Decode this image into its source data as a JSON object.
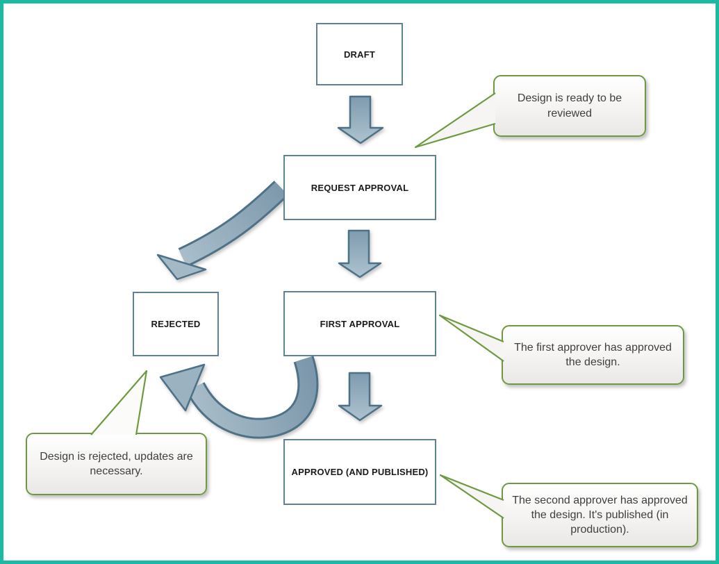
{
  "colors": {
    "frame-teal": "#1eb9a1",
    "node-border": "#5d8195",
    "node-text": "#1a1a1a",
    "callout-border": "#6d9a41",
    "callout-text": "#3f3e3e",
    "arrow-stroke": "#4e7187",
    "canvas-bg": "#ffffff"
  },
  "diagram": {
    "type": "flowchart",
    "nodes": [
      {
        "id": "draft",
        "label": "DRAFT"
      },
      {
        "id": "request-approval",
        "label": "REQUEST APPROVAL"
      },
      {
        "id": "rejected",
        "label": "REJECTED"
      },
      {
        "id": "first-approval",
        "label": "FIRST APPROVAL"
      },
      {
        "id": "approved",
        "label": "APPROVED (AND PUBLISHED)"
      }
    ],
    "arrows": [
      {
        "name": "draft-to-request-approval",
        "style": "straight-down"
      },
      {
        "name": "request-approval-to-first-approval",
        "style": "straight-down"
      },
      {
        "name": "request-approval-to-rejected",
        "style": "curved"
      },
      {
        "name": "first-approval-to-rejected",
        "style": "curved"
      },
      {
        "name": "first-approval-to-approved",
        "style": "straight-down"
      }
    ],
    "callouts": [
      {
        "id": "design-ready",
        "text": "Design is ready to be reviewed",
        "points_to": "request-approval"
      },
      {
        "id": "first-approved",
        "text": "The first approver has approved the design.",
        "points_to": "first-approval"
      },
      {
        "id": "design-rejected",
        "text": "Design is rejected, updates are necessary.",
        "points_to": "rejected"
      },
      {
        "id": "second-approved",
        "text": "The second approver has approved the design. It's published (in production).",
        "points_to": "approved"
      }
    ]
  }
}
